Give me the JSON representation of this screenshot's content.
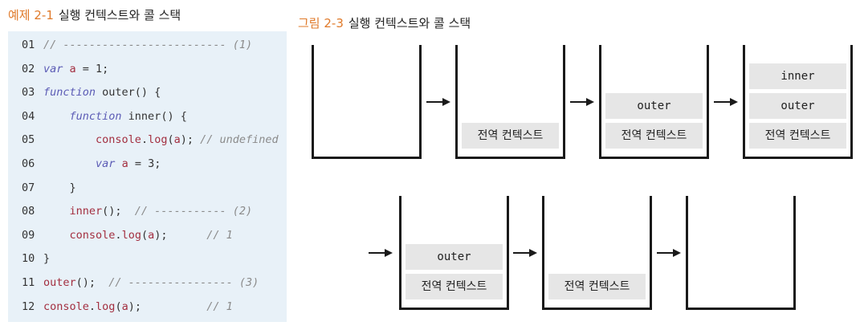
{
  "left_caption": {
    "number": "예제 2-1",
    "title": "실행 컨텍스트와 콜 스택"
  },
  "right_caption": {
    "number": "그림 2-3",
    "title": "실행 컨텍스트와 콜 스택"
  },
  "code_lines": [
    {
      "num": "01",
      "tokens": [
        {
          "t": "// ------------------------- (1)",
          "c": "cm"
        }
      ]
    },
    {
      "num": "02",
      "tokens": [
        {
          "t": "var",
          "c": "kw"
        },
        {
          "t": " ",
          "c": "pl"
        },
        {
          "t": "a",
          "c": "id"
        },
        {
          "t": " = 1;",
          "c": "pl"
        }
      ]
    },
    {
      "num": "03",
      "tokens": [
        {
          "t": "function",
          "c": "kw"
        },
        {
          "t": " outer() {",
          "c": "pl"
        }
      ]
    },
    {
      "num": "04",
      "tokens": [
        {
          "t": "    ",
          "c": "pl"
        },
        {
          "t": "function",
          "c": "kw"
        },
        {
          "t": " inner() {",
          "c": "pl"
        }
      ]
    },
    {
      "num": "05",
      "tokens": [
        {
          "t": "        ",
          "c": "pl"
        },
        {
          "t": "console",
          "c": "id"
        },
        {
          "t": ".",
          "c": "pl"
        },
        {
          "t": "log",
          "c": "id"
        },
        {
          "t": "(",
          "c": "pl"
        },
        {
          "t": "a",
          "c": "id"
        },
        {
          "t": "); ",
          "c": "pl"
        },
        {
          "t": "// undefined",
          "c": "cm"
        }
      ]
    },
    {
      "num": "06",
      "tokens": [
        {
          "t": "        ",
          "c": "pl"
        },
        {
          "t": "var",
          "c": "kw"
        },
        {
          "t": " ",
          "c": "pl"
        },
        {
          "t": "a",
          "c": "id"
        },
        {
          "t": " = 3;",
          "c": "pl"
        }
      ]
    },
    {
      "num": "07",
      "tokens": [
        {
          "t": "    }",
          "c": "pl"
        }
      ]
    },
    {
      "num": "08",
      "tokens": [
        {
          "t": "    ",
          "c": "pl"
        },
        {
          "t": "inner",
          "c": "id"
        },
        {
          "t": "();  ",
          "c": "pl"
        },
        {
          "t": "// ----------- (2)",
          "c": "cm"
        }
      ]
    },
    {
      "num": "09",
      "tokens": [
        {
          "t": "    ",
          "c": "pl"
        },
        {
          "t": "console",
          "c": "id"
        },
        {
          "t": ".",
          "c": "pl"
        },
        {
          "t": "log",
          "c": "id"
        },
        {
          "t": "(",
          "c": "pl"
        },
        {
          "t": "a",
          "c": "id"
        },
        {
          "t": ");      ",
          "c": "pl"
        },
        {
          "t": "// 1",
          "c": "cm"
        }
      ]
    },
    {
      "num": "10",
      "tokens": [
        {
          "t": "}",
          "c": "pl"
        }
      ]
    },
    {
      "num": "11",
      "tokens": [
        {
          "t": "outer",
          "c": "id"
        },
        {
          "t": "();  ",
          "c": "pl"
        },
        {
          "t": "// ---------------- (3)",
          "c": "cm"
        }
      ]
    },
    {
      "num": "12",
      "tokens": [
        {
          "t": "console",
          "c": "id"
        },
        {
          "t": ".",
          "c": "pl"
        },
        {
          "t": "log",
          "c": "id"
        },
        {
          "t": "(",
          "c": "pl"
        },
        {
          "t": "a",
          "c": "id"
        },
        {
          "t": ");          ",
          "c": "pl"
        },
        {
          "t": "// 1",
          "c": "cm"
        }
      ]
    }
  ],
  "stacks": [
    {
      "frames": []
    },
    {
      "frames": [
        "전역 컨텍스트"
      ]
    },
    {
      "frames": [
        "outer",
        "전역 컨텍스트"
      ]
    },
    {
      "frames": [
        "inner",
        "outer",
        "전역 컨텍스트"
      ]
    },
    {
      "frames": [
        "outer",
        "전역 컨텍스트"
      ]
    },
    {
      "frames": [
        "전역 컨텍스트"
      ]
    },
    {
      "frames": []
    }
  ],
  "colors": {
    "caption_number": "#e07a2a",
    "code_background": "#e8f1f8",
    "frame_background": "#e6e6e6"
  }
}
